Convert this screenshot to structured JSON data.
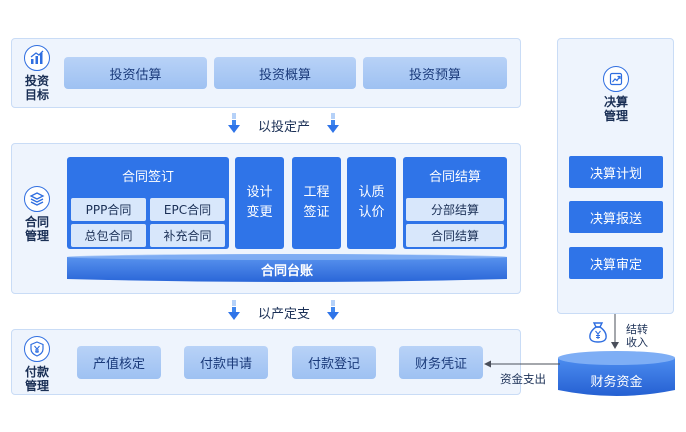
{
  "investment": {
    "label_line1": "投资",
    "label_line2": "目标",
    "items": [
      "投资估算",
      "投资概算",
      "投资预算"
    ]
  },
  "flow1": "以投定产",
  "contract": {
    "label_line1": "合同",
    "label_line2": "管理",
    "signing": {
      "title": "合同签订",
      "items": [
        "PPP合同",
        "EPC合同",
        "总包合同",
        "补充合同"
      ]
    },
    "design_change": [
      "设计",
      "变更"
    ],
    "engineering": [
      "工程",
      "签证"
    ],
    "pricing": [
      "认质",
      "认价"
    ],
    "settlement": {
      "title": "合同结算",
      "items": [
        "分部结算",
        "合同结算"
      ]
    },
    "ledger": "合同台账"
  },
  "flow2": "以产定支",
  "payment": {
    "label_line1": "付款",
    "label_line2": "管理",
    "items": [
      "产值核定",
      "付款申请",
      "付款登记",
      "财务凭证"
    ]
  },
  "final_accounts": {
    "label_line1": "决算",
    "label_line2": "管理",
    "items": [
      "决算计划",
      "决算报送",
      "决算审定"
    ]
  },
  "transfer": {
    "line1": "结转",
    "line2": "收入"
  },
  "funds": "财务资金",
  "expenditure": "资金支出",
  "colors": {
    "accent": "#2f74e8",
    "panel": "#eef4fd",
    "border": "#c9dcf6"
  }
}
